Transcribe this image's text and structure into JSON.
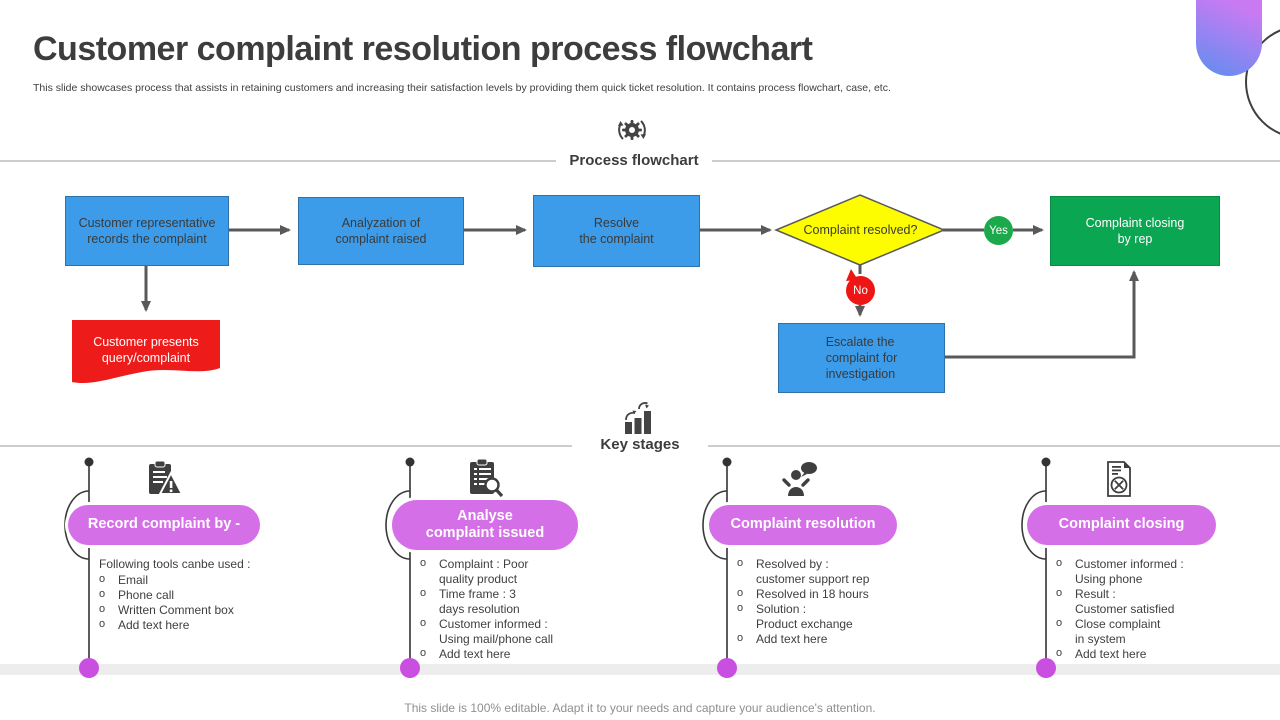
{
  "slide": {
    "title": "Customer complaint resolution process flowchart",
    "subtitle": "This slide showcases process that assists in retaining customers and increasing their satisfaction levels by providing them quick ticket resolution. It contains process flowchart, case, etc.",
    "footer": "This slide is 100% editable. Adapt it to your needs and capture your audience's attention."
  },
  "sections": {
    "flowchart": {
      "label": "Process flowchart",
      "icon": "gear-refresh-icon"
    },
    "stages": {
      "label": "Key stages",
      "icon": "bar-chart-growth-icon"
    }
  },
  "bullet_char": "o",
  "flowchart": {
    "step1": "Customer representative\nrecords the complaint",
    "step2": "Analyzation of\ncomplaint raised",
    "step3": "Resolve\nthe complaint",
    "decision": "Complaint resolved?",
    "yes_label": "Yes",
    "no_label": "No",
    "closing": "Complaint closing\nby rep",
    "query": "Customer presents\nquery/complaint",
    "escalate": "Escalate the\ncomplaint for\ninvestigation"
  },
  "stages": [
    {
      "icon": "clipboard-warning-icon",
      "pill": "Record complaint by -",
      "header": "Following tools canbe used :",
      "items": [
        "Email",
        "Phone call",
        "Written Comment box",
        "Add text here"
      ]
    },
    {
      "icon": "clipboard-search-icon",
      "pill": "Analyse\ncomplaint issued",
      "items": [
        "Complaint : Poor\nquality product",
        "Time frame : 3\ndays resolution",
        "Customer informed :\nUsing mail/phone call",
        "Add text here"
      ]
    },
    {
      "icon": "person-chat-icon",
      "pill": "Complaint resolution",
      "items": [
        "Resolved by :\ncustomer support rep",
        "Resolved in 18 hours",
        "Solution :\nProduct exchange",
        "Add text here"
      ]
    },
    {
      "icon": "document-close-icon",
      "pill": "Complaint closing",
      "items": [
        "Customer informed :\nUsing phone",
        "Result :\nCustomer satisfied",
        "Close complaint\nin system",
        "Add text here"
      ]
    }
  ],
  "colors": {
    "process_box_blue": "#3d9ce9",
    "decision_yellow": "#fdfd00",
    "terminator_green": "#0aa651",
    "alert_red": "#ee1b1b",
    "yes_green": "#1ba94c",
    "no_red": "#ee1515",
    "stage_pill_purple": "#d46fe8",
    "timeline_dot_magenta": "#c94fe0"
  }
}
